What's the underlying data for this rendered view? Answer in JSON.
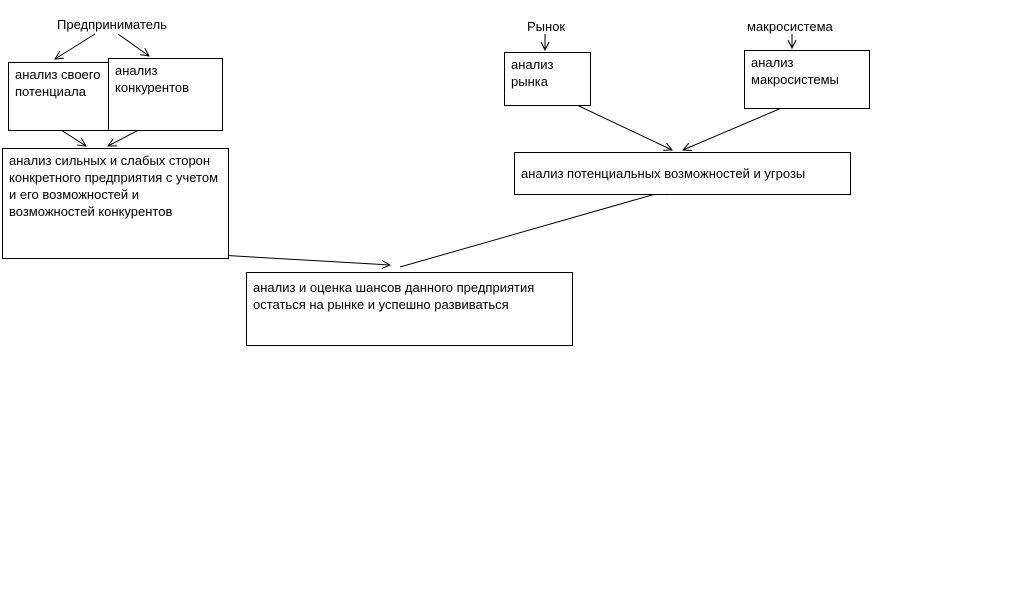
{
  "diagram": {
    "labels": {
      "entrepreneur": "Предприниматель",
      "market": "Рынок",
      "macrosystem": "макросистема"
    },
    "boxes": {
      "own_potential": "анализ своего потенциала",
      "competitors": "анализ конкурентов",
      "strengths_weaknesses": "анализ сильных и слабых сторон конкретного предприятия с учетом и его возможностей и возможностей конкурентов",
      "market_analysis": "анализ рынка",
      "macrosystem_analysis": "анализ макросистемы",
      "opportunities_threats": "анализ потенциальных возможностей и угрозы",
      "chance_assessment": "анализ и оценка шансов данного предприятия остаться на рынке и успешно развиваться"
    }
  }
}
